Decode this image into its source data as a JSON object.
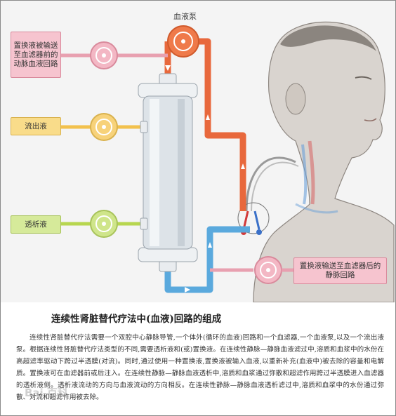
{
  "diagram": {
    "labels": {
      "pump": "血液泵",
      "pre_filter_replacement": "置换液被输送至血滤器前的动脉血液回路",
      "effluent": "流出液",
      "dialysate": "透析液",
      "post_filter_replacement": "置换液输送至血滤器后的静脉回路"
    },
    "colors": {
      "arterial_line": "#e8683c",
      "venous_line": "#5aa9dd",
      "pink_box": "#f6c4cf",
      "yellow_box": "#f9dc8a",
      "green_box": "#d6ea9a",
      "pump_orange": "#ef7a4a"
    }
  },
  "caption": {
    "title": "连续性肾脏替代疗法中(血液)回路的组成",
    "body": "连续性肾脏替代疗法需要一个双腔中心静脉导管,一个体外(循环的血液)回路和一个血滤器,一个血液泵,以及一个流出液泵。根据连续性肾脏替代疗法类型的不同,需要透析液和(或)置换液。在连续性静脉—静脉血液滤过中,溶质和血浆中的水份在高超滤率驱动下跨过半透膜(对流)。同时,通过使用一种置换液,置换液被输入血液,以重新补充(血液中)被去除的容量和电解质。置换液可在血滤器前或后注入。在连续性静脉—静脉血液透析中,溶质和血浆通过弥散和超滤作用跨过半透膜进入血滤器的透析液侧。透析液流动的方向与血液流动的方向相反。在连续性静脉—静脉血液透析滤过中,溶质和血浆中的水份通过弥散、对流和超滤作用被去除。"
  },
  "watermark": "Bai 百科"
}
